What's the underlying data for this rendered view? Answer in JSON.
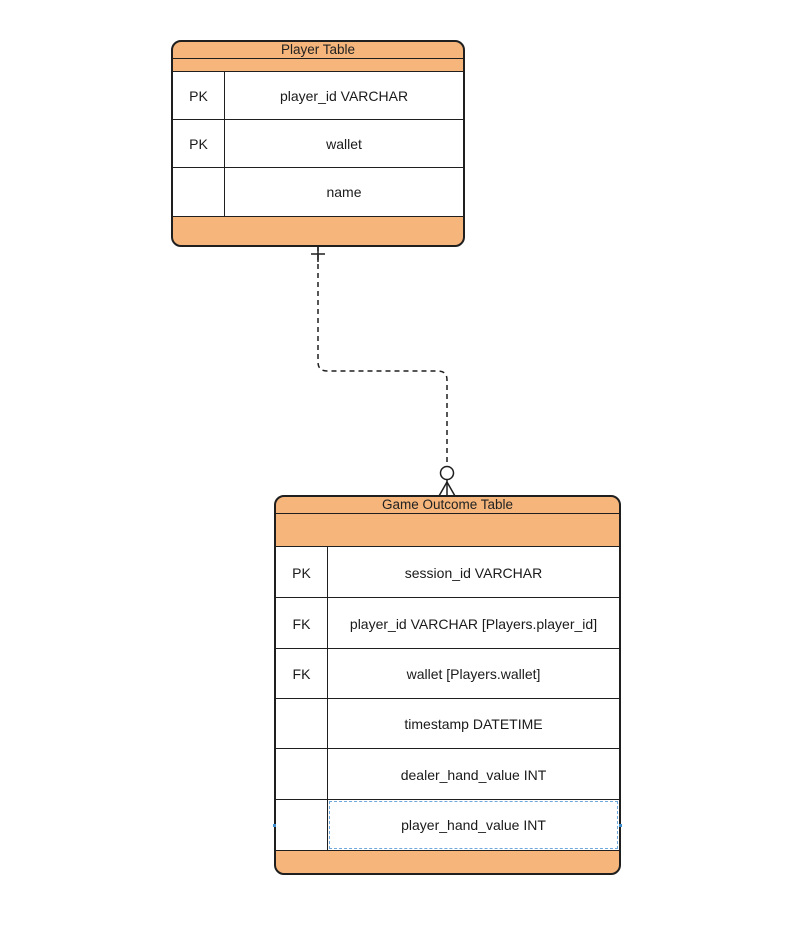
{
  "diagram": {
    "colors": {
      "header_fill": "#f5b57b",
      "border": "#1f1f1f",
      "row_fill": "#ffffff",
      "selection": "#6fa8dc"
    },
    "player_table": {
      "title": "Player Table",
      "rows": [
        {
          "key": "PK",
          "field": "player_id VARCHAR"
        },
        {
          "key": "PK",
          "field": "wallet"
        },
        {
          "key": "",
          "field": "name"
        }
      ]
    },
    "game_outcome_table": {
      "title": "Game Outcome Table",
      "rows": [
        {
          "key": "PK",
          "field": "session_id VARCHAR"
        },
        {
          "key": "FK",
          "field": "player_id VARCHAR [Players.player_id]"
        },
        {
          "key": "FK",
          "field": "wallet [Players.wallet]"
        },
        {
          "key": "",
          "field": "timestamp DATETIME"
        },
        {
          "key": "",
          "field": "dealer_hand_value INT"
        },
        {
          "key": "",
          "field": "player_hand_value INT"
        }
      ]
    },
    "relationship": {
      "from": "Player Table",
      "to": "Game Outcome Table",
      "from_cardinality": "one-mandatory",
      "to_cardinality": "zero-or-many",
      "line_style": "dashed"
    }
  }
}
